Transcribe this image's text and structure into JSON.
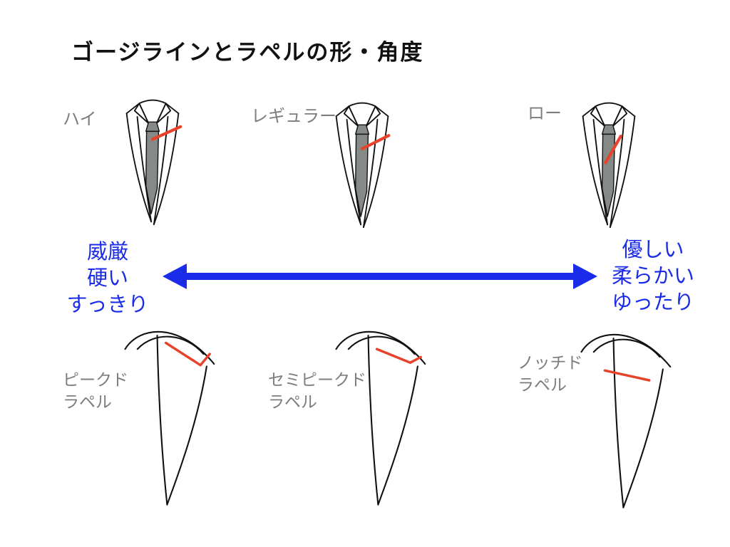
{
  "title": "ゴージラインとラペルの形・角度",
  "top_row": [
    {
      "id": "high",
      "label": "ハイ"
    },
    {
      "id": "regular",
      "label": "レギュラー"
    },
    {
      "id": "low",
      "label": "ロー"
    }
  ],
  "axis": {
    "left": [
      "威厳",
      "硬い",
      "すっきり"
    ],
    "right": [
      "優しい",
      "柔らかい",
      "ゆったり"
    ]
  },
  "bottom_row": [
    {
      "id": "peaked",
      "label": [
        "ピークド",
        "ラペル"
      ]
    },
    {
      "id": "semi-peaked",
      "label": [
        "セミピークド",
        "ラペル"
      ]
    },
    {
      "id": "notched",
      "label": [
        "ノッチド",
        "ラペル"
      ]
    }
  ],
  "colors": {
    "accent_blue": "#1b2ce8",
    "gorge_red": "#e8432a",
    "label_gray": "#7d7d7d",
    "tie_gray": "#868a86"
  }
}
